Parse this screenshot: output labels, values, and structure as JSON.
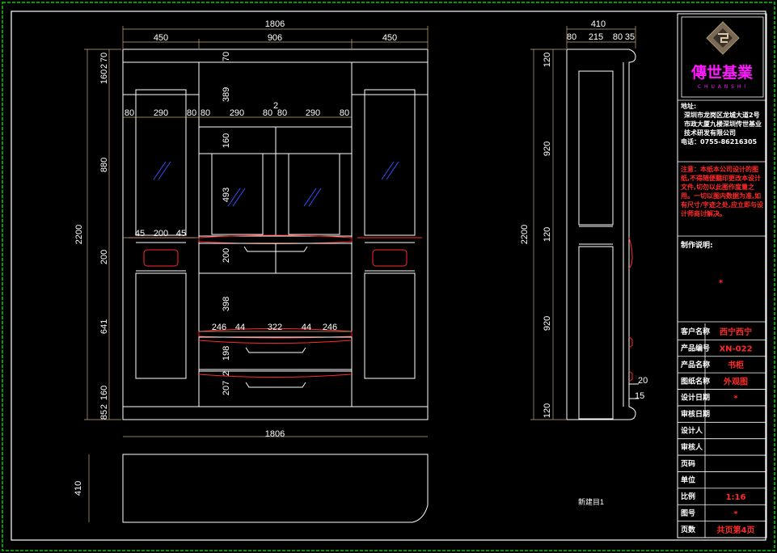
{
  "front_view": {
    "total_width": "1806",
    "segments_top": [
      "450",
      "906",
      "450"
    ],
    "left_heights": [
      "70",
      "2",
      "160",
      "880",
      "200",
      "641",
      "160",
      "2",
      "85"
    ],
    "total_height": "2200",
    "bay_widths_left": [
      "80",
      "290",
      "80"
    ],
    "bay_widths_middle": [
      "80",
      "290",
      "80",
      "80",
      "290",
      "80"
    ],
    "middle_gap": "2",
    "middle_heights": [
      "70",
      "389",
      "160",
      "493",
      "200",
      "398",
      "198",
      "2",
      "207"
    ],
    "shelf_dims_left": [
      "45",
      "200",
      "45"
    ],
    "drawer_dims": [
      "246",
      "44",
      "322",
      "44",
      "246"
    ]
  },
  "plan_view": {
    "width": "1806",
    "depth": "410"
  },
  "side_view": {
    "depth": "410",
    "segments": [
      "80",
      "215",
      "80",
      "35"
    ],
    "heights": [
      "120",
      "920",
      "120",
      "920",
      "120"
    ],
    "total_height": "2200",
    "detail_a": "20",
    "detail_b": "15"
  },
  "side_view_label": "新建目1",
  "title_block": {
    "brand_cn": "傳世基業",
    "brand_en": "C H U A N S H I",
    "address_label": "地址:",
    "address_text": "深圳市龙岗区龙城大道2号市政大厦九楼深圳传世基业技术研发有限公司",
    "phone": "电话：0755-86216305",
    "notice": "注意：本纸本公司设计的图纸,不得随便翻印更改本设计文件,切勿以此图作度量之用。一切以图内数据为准,如有尺寸/字迹之处,应立即与设计师商讨解决。",
    "production_note_label": "制作说明:",
    "production_note_mark": "*",
    "rows": [
      {
        "label": "客户名称",
        "value": "西宁西宁"
      },
      {
        "label": "产品编号",
        "value": "XN-022"
      },
      {
        "label": "产品名称",
        "value": "书柜"
      },
      {
        "label": "图纸名称",
        "value": "外观图"
      },
      {
        "label": "设计日期",
        "value": "*"
      },
      {
        "label": "审核日期",
        "value": ""
      },
      {
        "label": "设计人",
        "value": ""
      },
      {
        "label": "审核人",
        "value": ""
      },
      {
        "label": "页码",
        "value": ""
      },
      {
        "label": "单位",
        "value": ""
      },
      {
        "label": "比例",
        "value": "1:16"
      },
      {
        "label": "图号",
        "value": "*"
      },
      {
        "label": "页数",
        "value": "共页第4页"
      }
    ]
  },
  "colors": {
    "line": "#ffffff",
    "dimension": "#c8a878",
    "accent": "#ff1a1a",
    "glass": "#3050ff",
    "border": "#00d000",
    "brand": "#ff1aff"
  }
}
